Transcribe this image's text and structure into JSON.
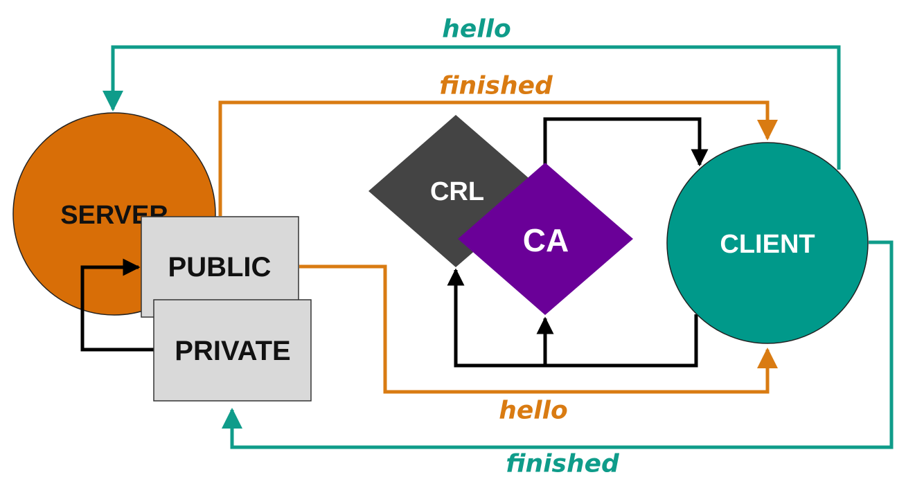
{
  "colors": {
    "teal": "#0f9c8a",
    "orange": "#d97b12",
    "server_fill": "#d86e07",
    "client_fill": "#00998a",
    "crl_fill": "#444444",
    "ca_fill": "#6a0098",
    "key_fill": "#d9d9d9",
    "black": "#000000"
  },
  "nodes": {
    "server": "SERVER",
    "public": "PUBLIC",
    "private": "PRIVATE",
    "crl": "CRL",
    "ca": "CA",
    "client": "CLIENT"
  },
  "edges": {
    "hello_top": "hello",
    "finished_top": "finished",
    "hello_bottom": "hello",
    "finished_bottom": "finished"
  }
}
